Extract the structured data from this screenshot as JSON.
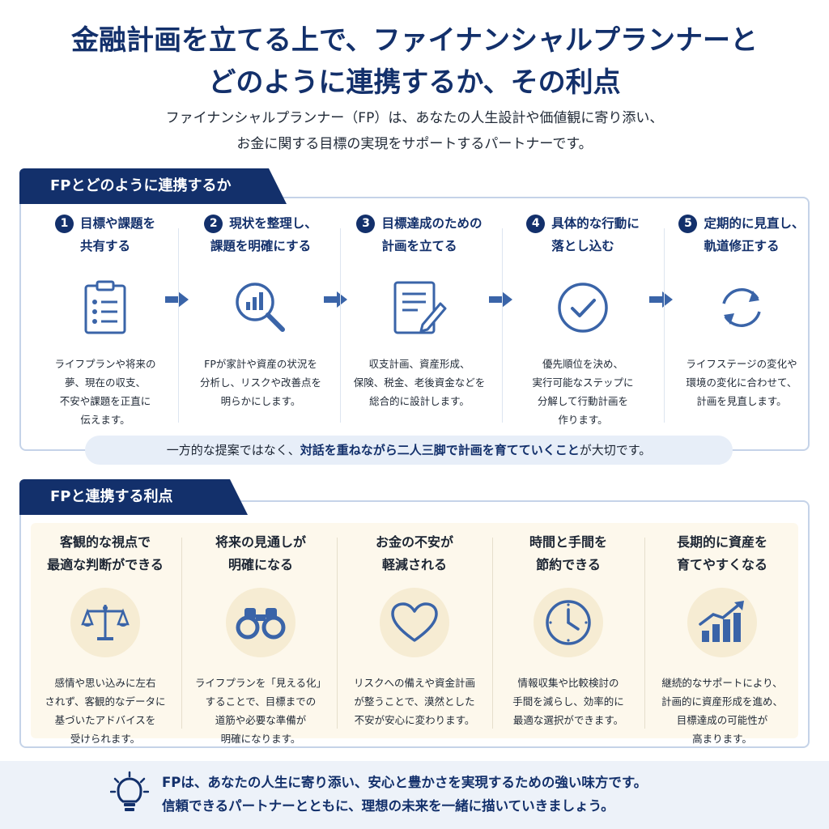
{
  "title": {
    "line1": "金融計画を立てる上で、ファイナンシャルプランナーと",
    "line2": "どのように連携するか、その利点"
  },
  "subtitle": {
    "line1": "ファイナンシャルプランナー（FP）は、あなたの人生設計や価値観に寄り添い、",
    "line2": "お金に関する目標の実現をサポートするパートナーです。"
  },
  "section1": {
    "tab_label": "FPとどのように連携するか",
    "steps": [
      {
        "num": "1",
        "head1": "目標や課題を",
        "head2": "共有する",
        "icon": "clipboard-checklist-icon",
        "desc": [
          "ライフプランや将来の",
          "夢、現在の収支、",
          "不安や課題を正直に",
          "伝えます。"
        ]
      },
      {
        "num": "2",
        "head1": "現状を整理し、",
        "head2": "課題を明確にする",
        "icon": "magnifier-chart-icon",
        "desc": [
          "FPが家計や資産の状況を",
          "分析し、リスクや改善点を",
          "明らかにします。"
        ]
      },
      {
        "num": "3",
        "head1": "目標達成のための",
        "head2": "計画を立てる",
        "icon": "document-pen-icon",
        "desc": [
          "収支計画、資産形成、",
          "保険、税金、老後資金などを",
          "総合的に設計します。"
        ]
      },
      {
        "num": "4",
        "head1": "具体的な行動に",
        "head2": "落とし込む",
        "icon": "check-circle-icon",
        "desc": [
          "優先順位を決め、",
          "実行可能なステップに",
          "分解して行動計画を",
          "作ります。"
        ]
      },
      {
        "num": "5",
        "head1": "定期的に見直し、",
        "head2": "軌道修正する",
        "icon": "refresh-cycle-icon",
        "desc": [
          "ライフステージの変化や",
          "環境の変化に合わせて、",
          "計画を見直します。"
        ]
      }
    ],
    "callout": {
      "pre": "一方的な提案ではなく、",
      "emphasis": "対話を重ねながら二人三脚で計画を育てていくこと",
      "post": "が大切です。"
    }
  },
  "section2": {
    "tab_label": "FPと連携する利点",
    "benefits": [
      {
        "head1": "客観的な視点で",
        "head2": "最適な判断ができる",
        "icon": "scale-balance-icon",
        "desc": [
          "感情や思い込みに左右",
          "されず、客観的なデータに",
          "基づいたアドバイスを",
          "受けられます。"
        ]
      },
      {
        "head1": "将来の見通しが",
        "head2": "明確になる",
        "icon": "binoculars-icon",
        "desc": [
          "ライフプランを「見える化」",
          "することで、目標までの",
          "道筋や必要な準備が",
          "明確になります。"
        ]
      },
      {
        "head1": "お金の不安が",
        "head2": "軽減される",
        "icon": "heart-icon",
        "desc": [
          "リスクへの備えや資金計画",
          "が整うことで、漠然とした",
          "不安が安心に変わります。"
        ]
      },
      {
        "head1": "時間と手間を",
        "head2": "節約できる",
        "icon": "clock-icon",
        "desc": [
          "情報収集や比較検討の",
          "手間を減らし、効率的に",
          "最適な選択ができます。"
        ]
      },
      {
        "head1": "長期的に資産を",
        "head2": "育てやすくなる",
        "icon": "growth-chart-icon",
        "desc": [
          "継続的なサポートにより、",
          "計画的に資産形成を進め、",
          "目標達成の可能性が",
          "高まります。"
        ]
      }
    ]
  },
  "footer": {
    "icon": "lightbulb-icon",
    "line1": "FPは、あなたの人生に寄り添い、安心と豊かさを実現するための強い味方です。",
    "line2": "信頼できるパートナーとともに、理想の未来を一緒に描いていきましょう。"
  },
  "colors": {
    "navy": "#13306b",
    "accent_blue": "#3a64a8",
    "panel_border": "#c5d3e8",
    "benefit_bg": "#fdf8ec",
    "footer_bg": "#edf2f9"
  }
}
